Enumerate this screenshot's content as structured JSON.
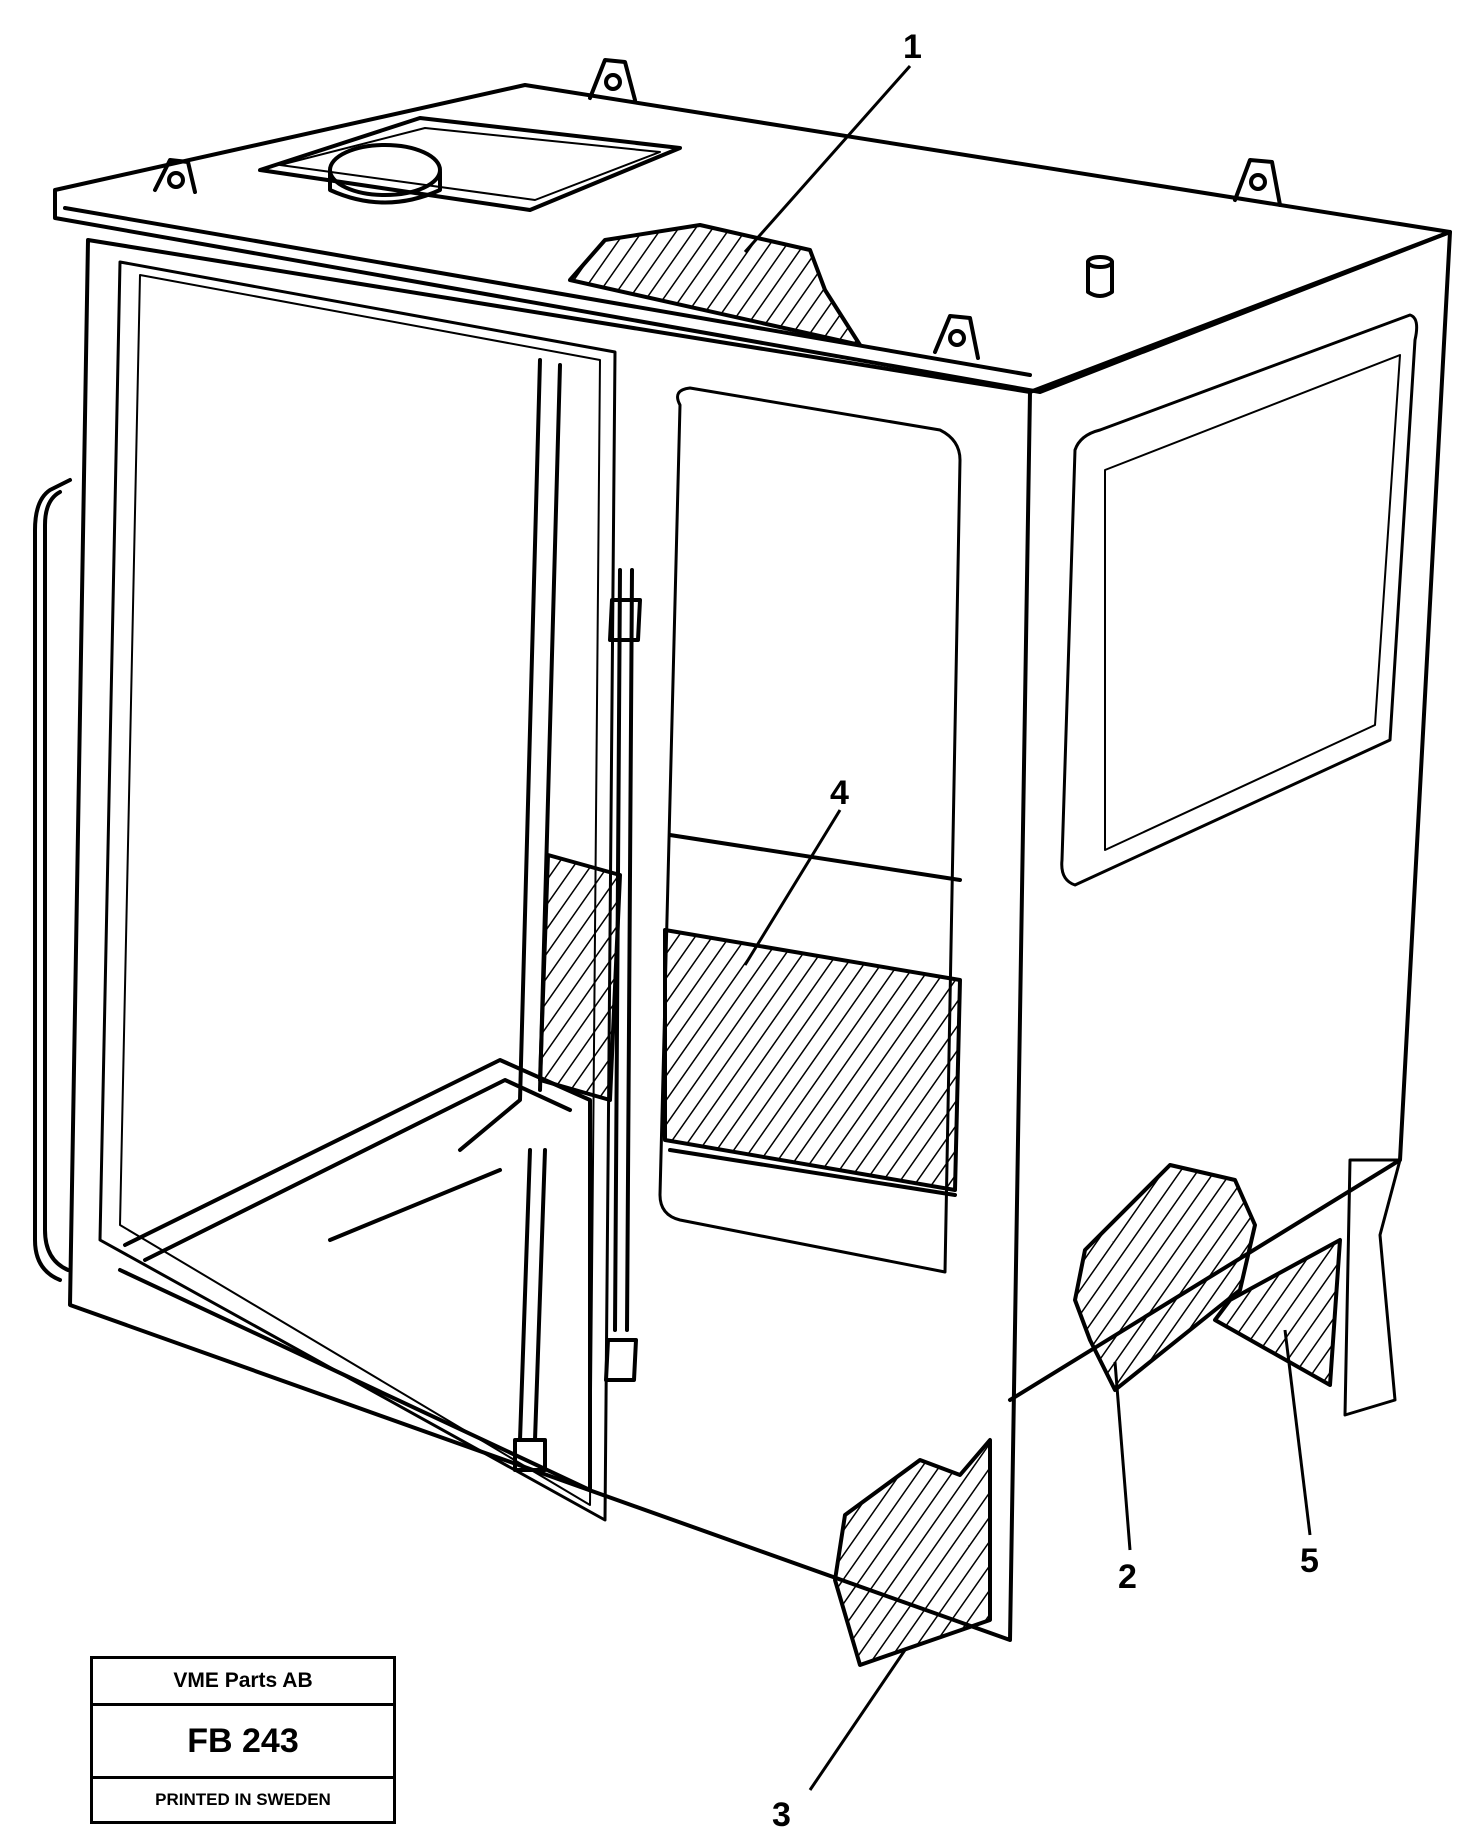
{
  "diagram": {
    "callouts": [
      {
        "id": "1",
        "label": "1"
      },
      {
        "id": "2",
        "label": "2"
      },
      {
        "id": "3",
        "label": "3"
      },
      {
        "id": "4",
        "label": "4"
      },
      {
        "id": "5",
        "label": "5"
      }
    ]
  },
  "stamp": {
    "company": "VME Parts AB",
    "code": "FB 243",
    "printed": "PRINTED IN SWEDEN"
  }
}
